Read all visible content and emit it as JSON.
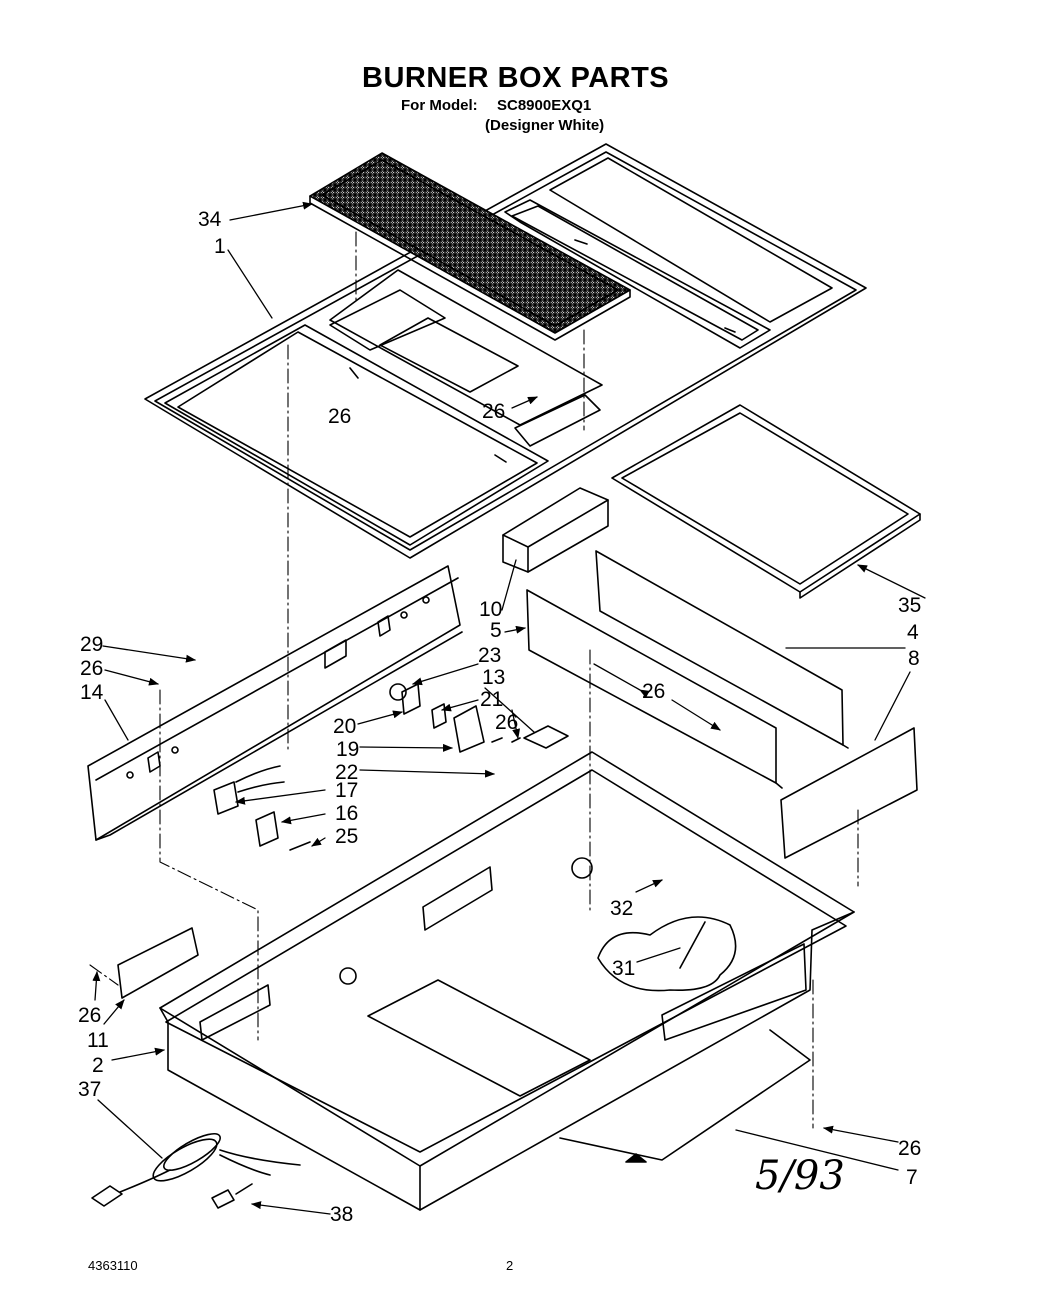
{
  "header": {
    "title": "BURNER BOX PARTS",
    "model_label": "For Model:",
    "model_number": "SC8900EXQ1",
    "variant": "(Designer White)"
  },
  "footer": {
    "doc_number": "4363110",
    "page_number": "2",
    "handwritten_date": "5/93"
  },
  "callouts": [
    {
      "id": "c34a",
      "text": "34"
    },
    {
      "id": "c1",
      "text": "1"
    },
    {
      "id": "c26a",
      "text": "26"
    },
    {
      "id": "c26b",
      "text": "26"
    },
    {
      "id": "c10",
      "text": "10"
    },
    {
      "id": "c35",
      "text": "35"
    },
    {
      "id": "c5",
      "text": "5"
    },
    {
      "id": "c4",
      "text": "4"
    },
    {
      "id": "c8",
      "text": "8"
    },
    {
      "id": "c29",
      "text": "29"
    },
    {
      "id": "c26c",
      "text": "26"
    },
    {
      "id": "c14",
      "text": "14"
    },
    {
      "id": "c23",
      "text": "23"
    },
    {
      "id": "c13",
      "text": "13"
    },
    {
      "id": "c21",
      "text": "21"
    },
    {
      "id": "c26d",
      "text": "26"
    },
    {
      "id": "c20",
      "text": "20"
    },
    {
      "id": "c26e",
      "text": "26"
    },
    {
      "id": "c19",
      "text": "19"
    },
    {
      "id": "c22",
      "text": "22"
    },
    {
      "id": "c17",
      "text": "17"
    },
    {
      "id": "c16",
      "text": "16"
    },
    {
      "id": "c25",
      "text": "25"
    },
    {
      "id": "c32",
      "text": "32"
    },
    {
      "id": "c31",
      "text": "31"
    },
    {
      "id": "c26f",
      "text": "26"
    },
    {
      "id": "c11",
      "text": "11"
    },
    {
      "id": "c2",
      "text": "2"
    },
    {
      "id": "c37",
      "text": "37"
    },
    {
      "id": "c26g",
      "text": "26"
    },
    {
      "id": "c7",
      "text": "7"
    },
    {
      "id": "c38",
      "text": "38"
    }
  ]
}
